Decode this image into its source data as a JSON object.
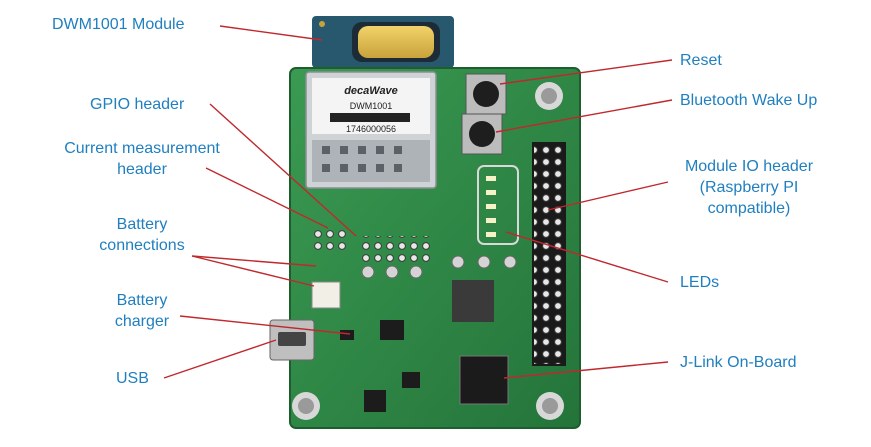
{
  "labels": {
    "dwm_module": "DWM1001 Module",
    "gpio_header": "GPIO header",
    "current_header_l1": "Current measurement",
    "current_header_l2": "header",
    "battery_conn_l1": "Battery",
    "battery_conn_l2": "connections",
    "battery_charger_l1": "Battery",
    "battery_charger_l2": "charger",
    "usb": "USB",
    "reset": "Reset",
    "bluetooth": "Bluetooth Wake Up",
    "module_io_l1": "Module IO header",
    "module_io_l2": "(Raspberry PI",
    "module_io_l3": "compatible)",
    "leds": "LEDs",
    "jlink": "J-Link On-Board"
  },
  "board_text": {
    "brand": "decaWave",
    "model": "DWM1001",
    "serial": "1746000056"
  },
  "colors": {
    "pcb": "#2e8a46",
    "label": "#1f7fbf",
    "leader": "#c0282d"
  }
}
